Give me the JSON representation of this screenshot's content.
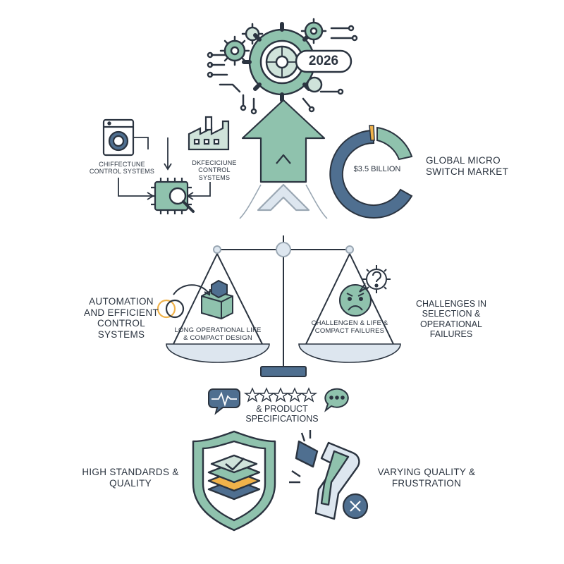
{
  "year_badge": "2026",
  "market": {
    "value_label": "$3.5 BILLION",
    "title": "GLOBAL MICRO SWITCH MARKET"
  },
  "top_labels": {
    "left_system": "CHIFFECTUNE CONTROL SYSTEMS",
    "right_system": "DKFECICIUNE CONTROL SYSTEMS"
  },
  "balance": {
    "left_pan_label": "LONG OPERATIONAL LIFE & COMPACT DESIGN",
    "right_pan_label": "CHALLENGEN & LIFE & COMPACT FAILURES"
  },
  "side_labels": {
    "left": "AUTOMATION AND EFFICIENT CONTROL SYSTEMS",
    "right": "CHALLENGES IN SELECTION & OPERATIONAL FAILURES"
  },
  "specs_label": "& PRODUCT SPECIFICATIONS",
  "bottom": {
    "left": "HIGH STANDARDS & QUALITY",
    "right": "VARYING QUALITY & FRUSTRATION"
  },
  "colors": {
    "teal": "#8fc2ad",
    "navy": "#4f6f90",
    "orange": "#f0b24a",
    "stroke": "#2b3440",
    "pale_blue": "#dde6ef"
  }
}
